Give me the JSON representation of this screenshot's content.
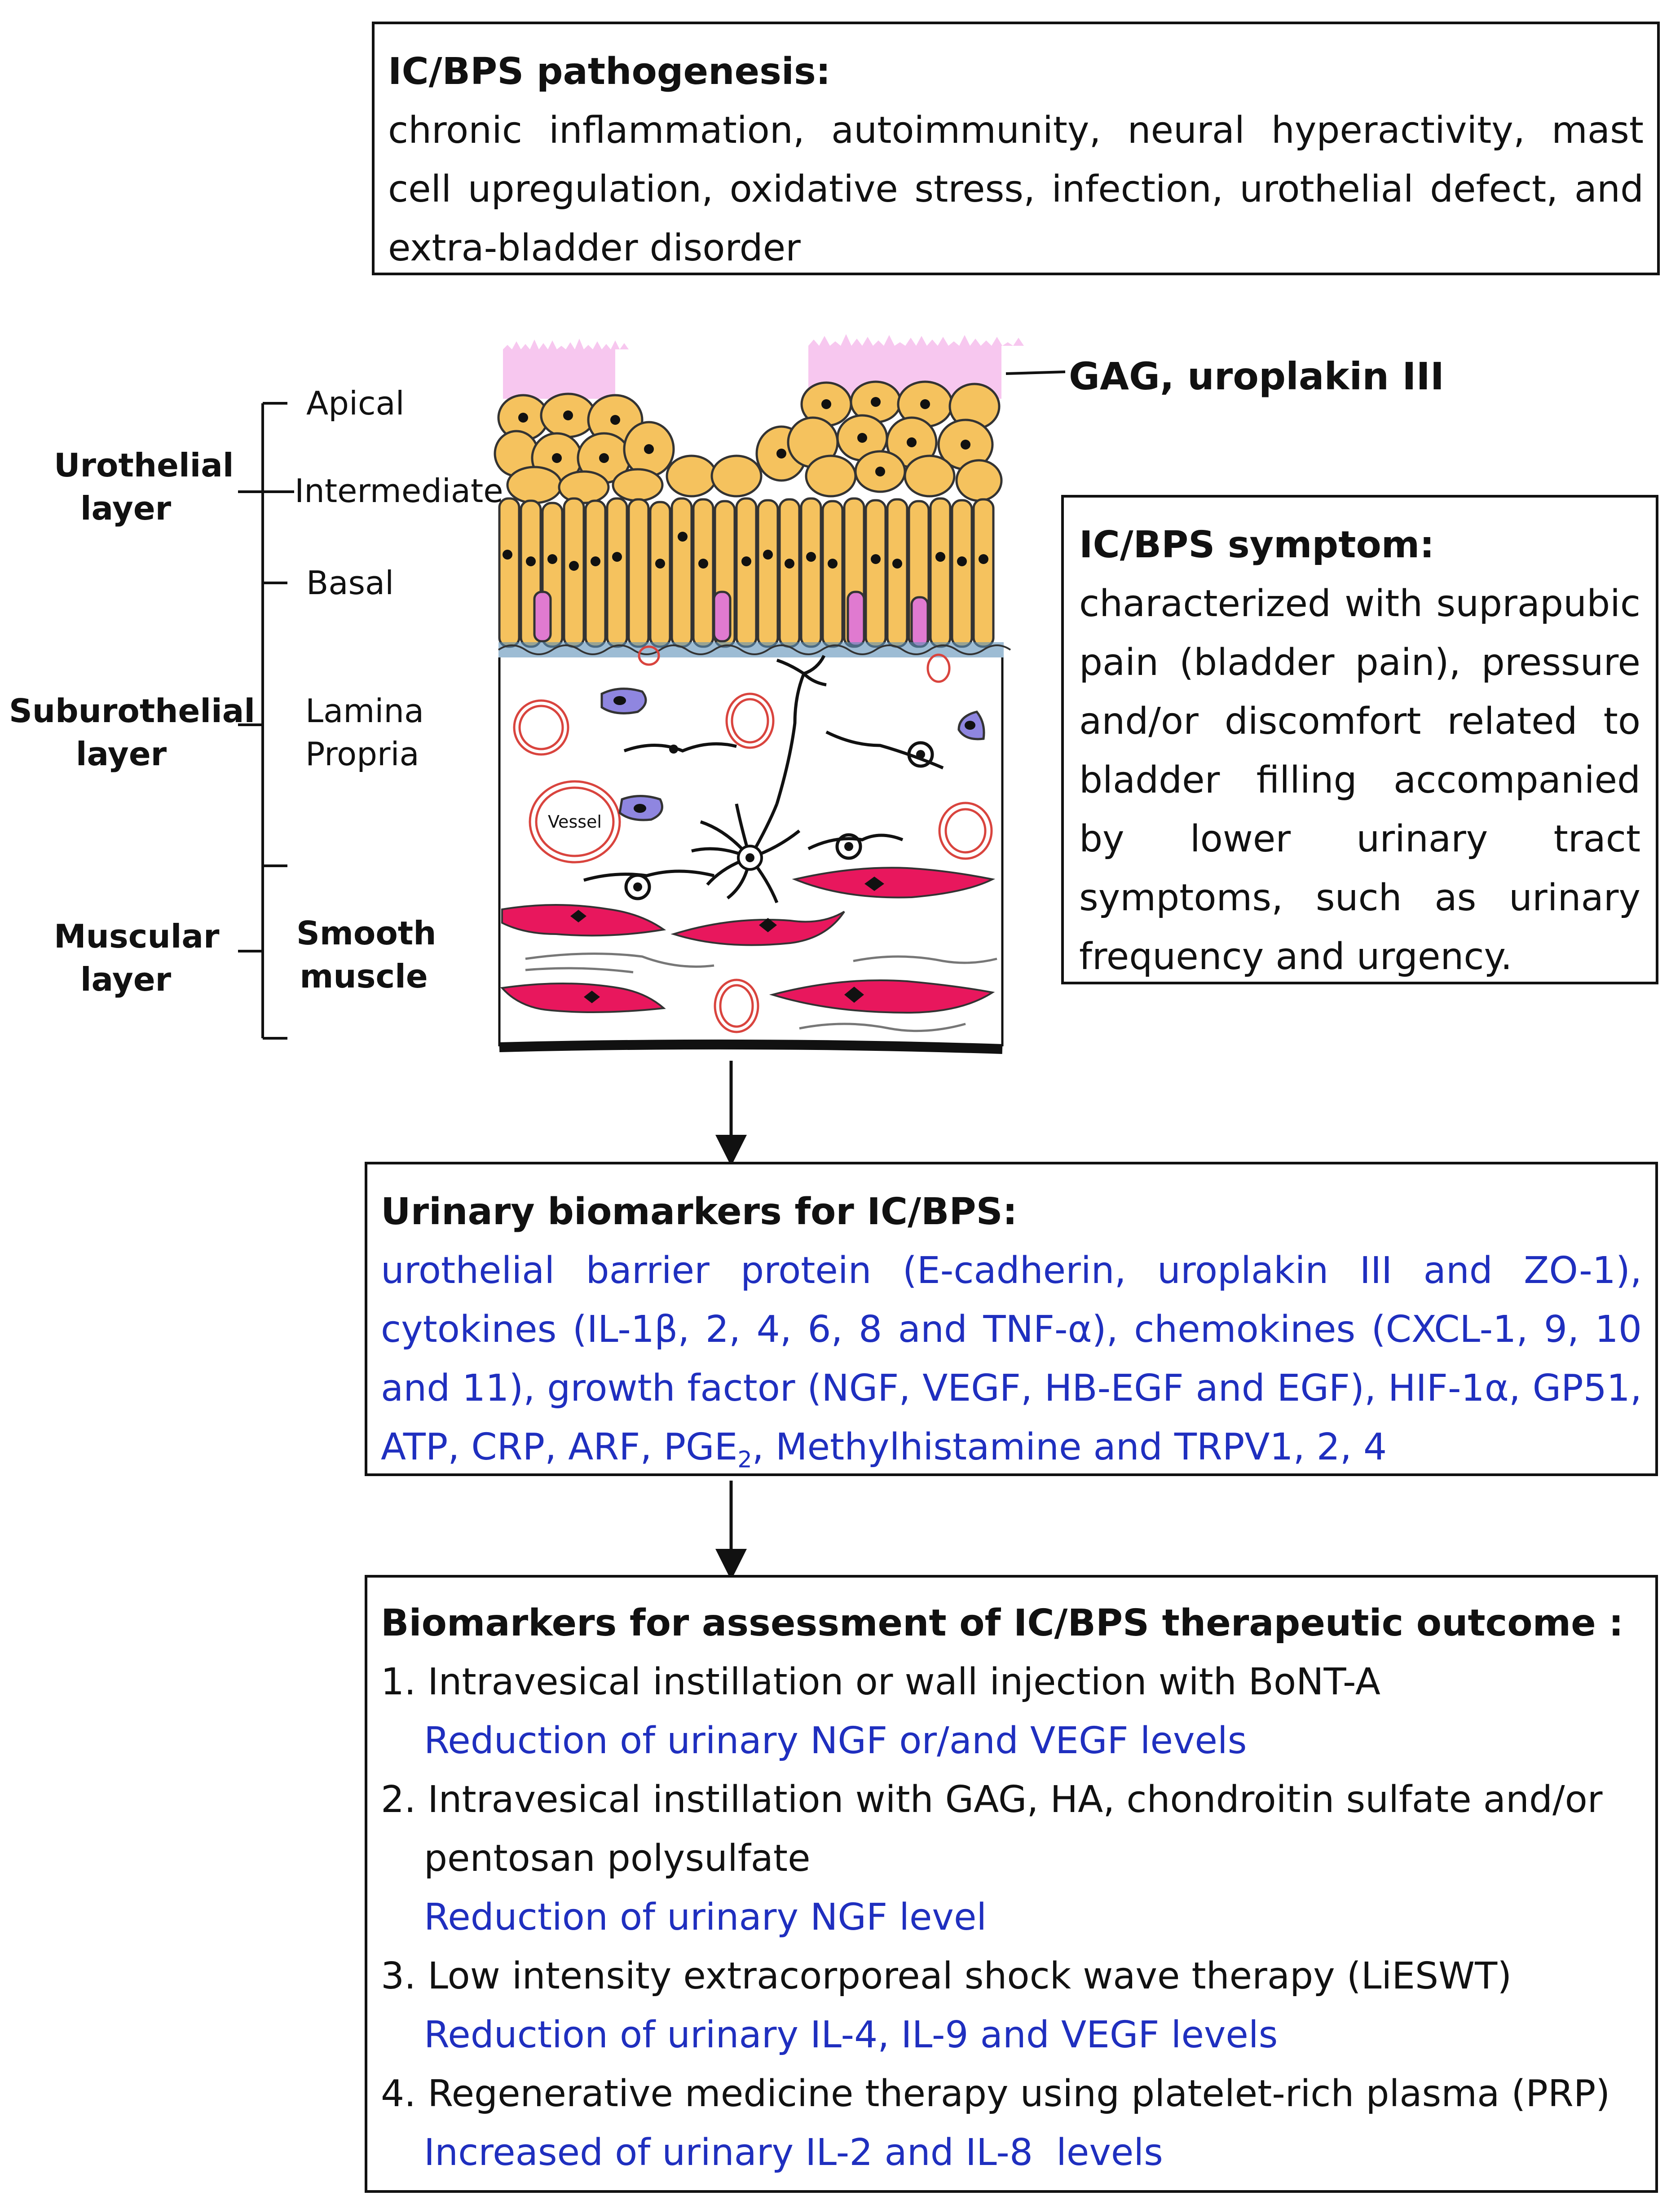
{
  "pathogenesis": {
    "title": "IC/BPS pathogenesis:",
    "body": "chronic inflammation, autoimmunity, neural hyperactivity, mast cell upregulation, oxidative stress, infection, urothelial defect, and extra-bladder disorder"
  },
  "tissue": {
    "gag_label": "GAG, uroplakin III",
    "layers": {
      "urothelial": "Urothelial layer",
      "suburothelial": "Suburothelial layer",
      "muscular": "Muscular layer"
    },
    "sublayers": {
      "apical": "Apical",
      "intermediate": "Intermediate",
      "basal": "Basal",
      "lamina_propria": "Lamina Propria",
      "smooth_muscle": "Smooth muscle"
    },
    "vessel_label": "Vessel"
  },
  "symptom": {
    "title": "IC/BPS symptom:",
    "body": "characterized with suprapubic pain (bladder pain), pressure and/or discomfort related to bladder filling accompanied by lower urinary tract symptoms, such as urinary frequency and urgency."
  },
  "biomarkers": {
    "title": "Urinary biomarkers for IC/BPS:",
    "body_before_sub": "urothelial barrier protein (E-cadherin, uroplakin III and ZO-1), cytokines (IL-1β, 2, 4, 6, 8 and TNF-α), chemokines (CXCL-1, 9, 10 and 11), growth factor (NGF, VEGF, HB-EGF and EGF), HIF-1α, GP51, ATP, CRP, ARF, PGE",
    "body_sub": "2",
    "body_after_sub": ", Methylhistamine and TRPV1, 2, 4"
  },
  "outcome": {
    "title": "Biomarkers for assessment of IC/BPS therapeutic outcome :",
    "items": [
      {
        "text": "1. Intravesical instillation or wall injection with BoNT-A",
        "result": "Reduction of urinary NGF or/and VEGF levels"
      },
      {
        "text": "2. Intravesical instillation with GAG, HA, chondroitin sulfate and/or",
        "text_cont": "pentosan polysulfate",
        "result": "Reduction of urinary NGF level"
      },
      {
        "text": "3. Low intensity extracorporeal shock wave therapy (LiESWT)",
        "result": "Reduction of urinary IL-4, IL-9 and VEGF levels"
      },
      {
        "text": "4. Regenerative medicine therapy using platelet-rich plasma (PRP)",
        "result": "Increased of urinary IL-2 and IL-8  levels"
      }
    ]
  },
  "colors": {
    "cell_fill": "#f5c25e",
    "gag": "#f7c7ef",
    "muscle": "#e8175d",
    "mast": "#e07ad0",
    "immune": "#8f86e0",
    "vessel": "#d9443e",
    "blue_text": "#1f2fbf"
  }
}
